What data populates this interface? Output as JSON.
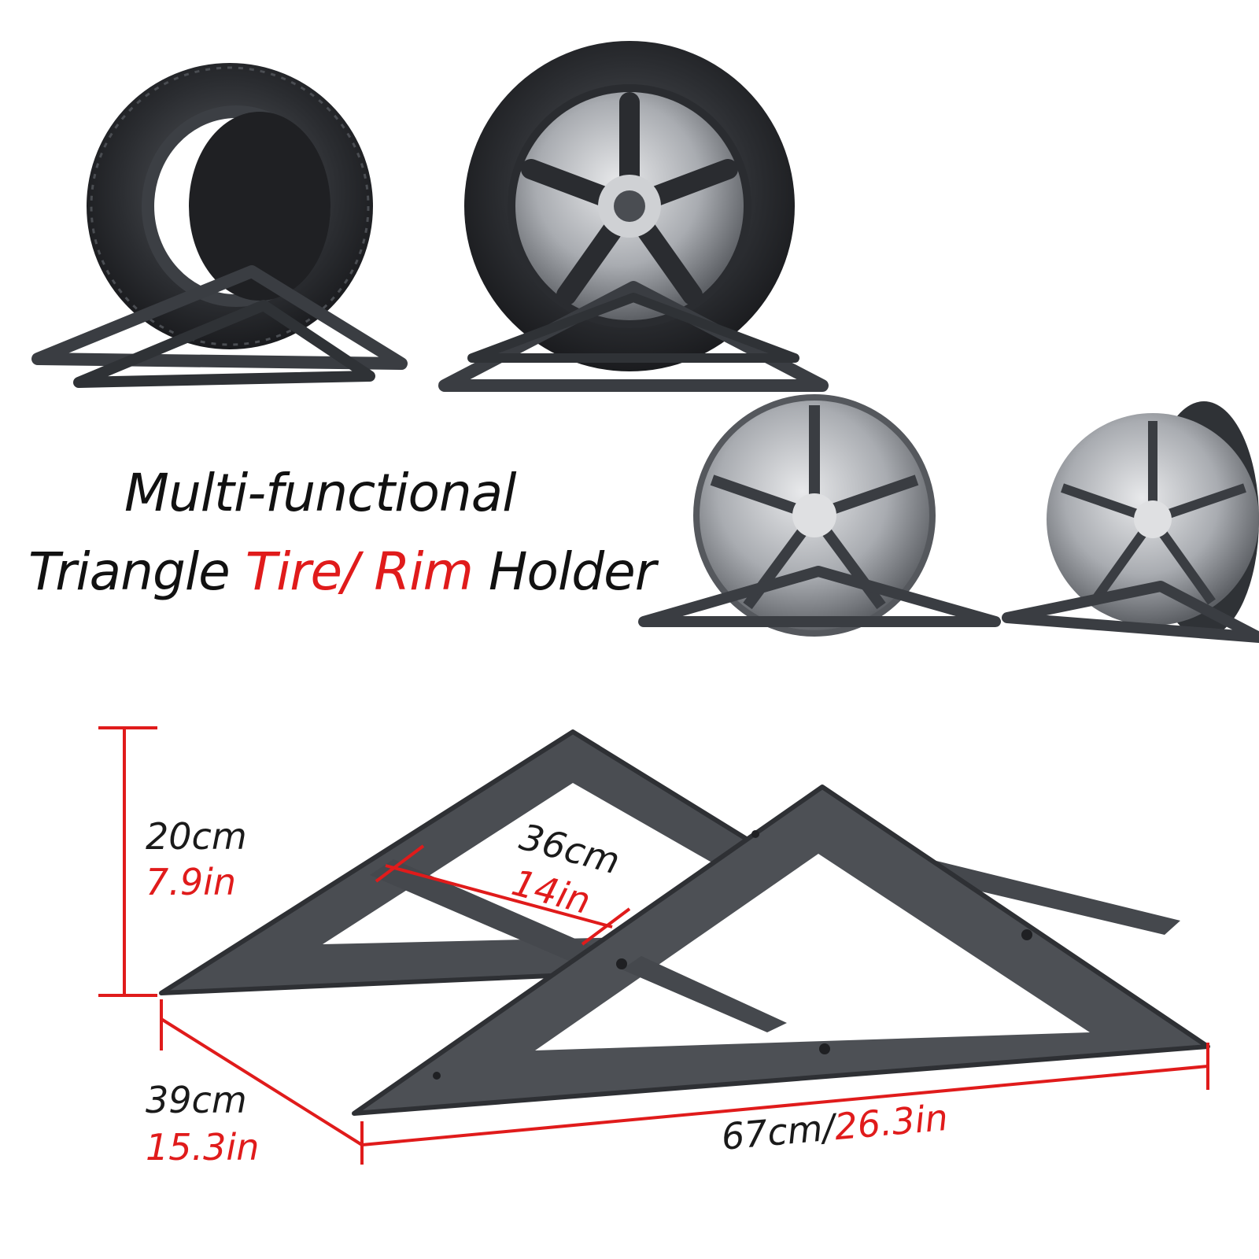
{
  "headline": {
    "line1": "Multi-functional",
    "line2_part1": "Triangle ",
    "line2_tire": "Tire",
    "line2_sep": "/ ",
    "line2_rim": "Rim",
    "line2_part2": " Holder"
  },
  "dimensions": {
    "height_cm": "20cm",
    "height_in": "7.9in",
    "crossbar_cm": "36cm",
    "crossbar_in": "14in",
    "depth_cm": "39cm",
    "depth_in": "15.3in",
    "length_cm": "67cm/",
    "length_in": "26.3in"
  },
  "colors": {
    "accent": "#e01b1b",
    "frame": "#3a3d42",
    "text": "#111111"
  }
}
